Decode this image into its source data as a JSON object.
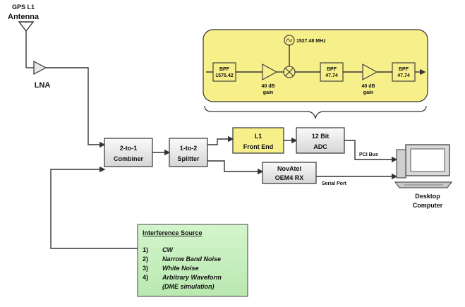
{
  "antenna": {
    "line1": "GPS L1",
    "line2": "Antenna"
  },
  "lna": "LNA",
  "combiner": {
    "line1": "2-to-1",
    "line2": "Combiner"
  },
  "splitter": {
    "line1": "1-to-2",
    "line2": "Splitter"
  },
  "front_end": {
    "line1": "L1",
    "line2": "Front End"
  },
  "adc": {
    "line1": "12 Bit",
    "line2": "ADC"
  },
  "receiver": {
    "line1": "NovAtel",
    "line2": "OEM4 RX"
  },
  "pci_bus": "PCI Bus",
  "serial_port": "Serial Port",
  "computer": {
    "line1": "Desktop",
    "line2": "Computer"
  },
  "front_end_detail": {
    "lo": "1527.48 MHz",
    "bpf1": {
      "line1": "BPF",
      "line2": "1575.42"
    },
    "amp1": {
      "line1": "40 dB",
      "line2": "gain"
    },
    "bpf2": {
      "line1": "BPF",
      "line2": "47.74"
    },
    "amp2": {
      "line1": "40 dB",
      "line2": "gain"
    },
    "bpf3": {
      "line1": "BPF",
      "line2": "47.74"
    }
  },
  "interference": {
    "title": "Interference Source",
    "items": [
      {
        "num": "1)",
        "label": "CW"
      },
      {
        "num": "2)",
        "label": "Narrow Band Noise"
      },
      {
        "num": "3)",
        "label": "White Noise"
      },
      {
        "num": "4)",
        "label": "Arbitrary Waveform"
      }
    ],
    "note": "(DME simulation)"
  },
  "colors": {
    "front_end_fill": "#f7f08a",
    "interference_fill": "#c8f0c0"
  }
}
